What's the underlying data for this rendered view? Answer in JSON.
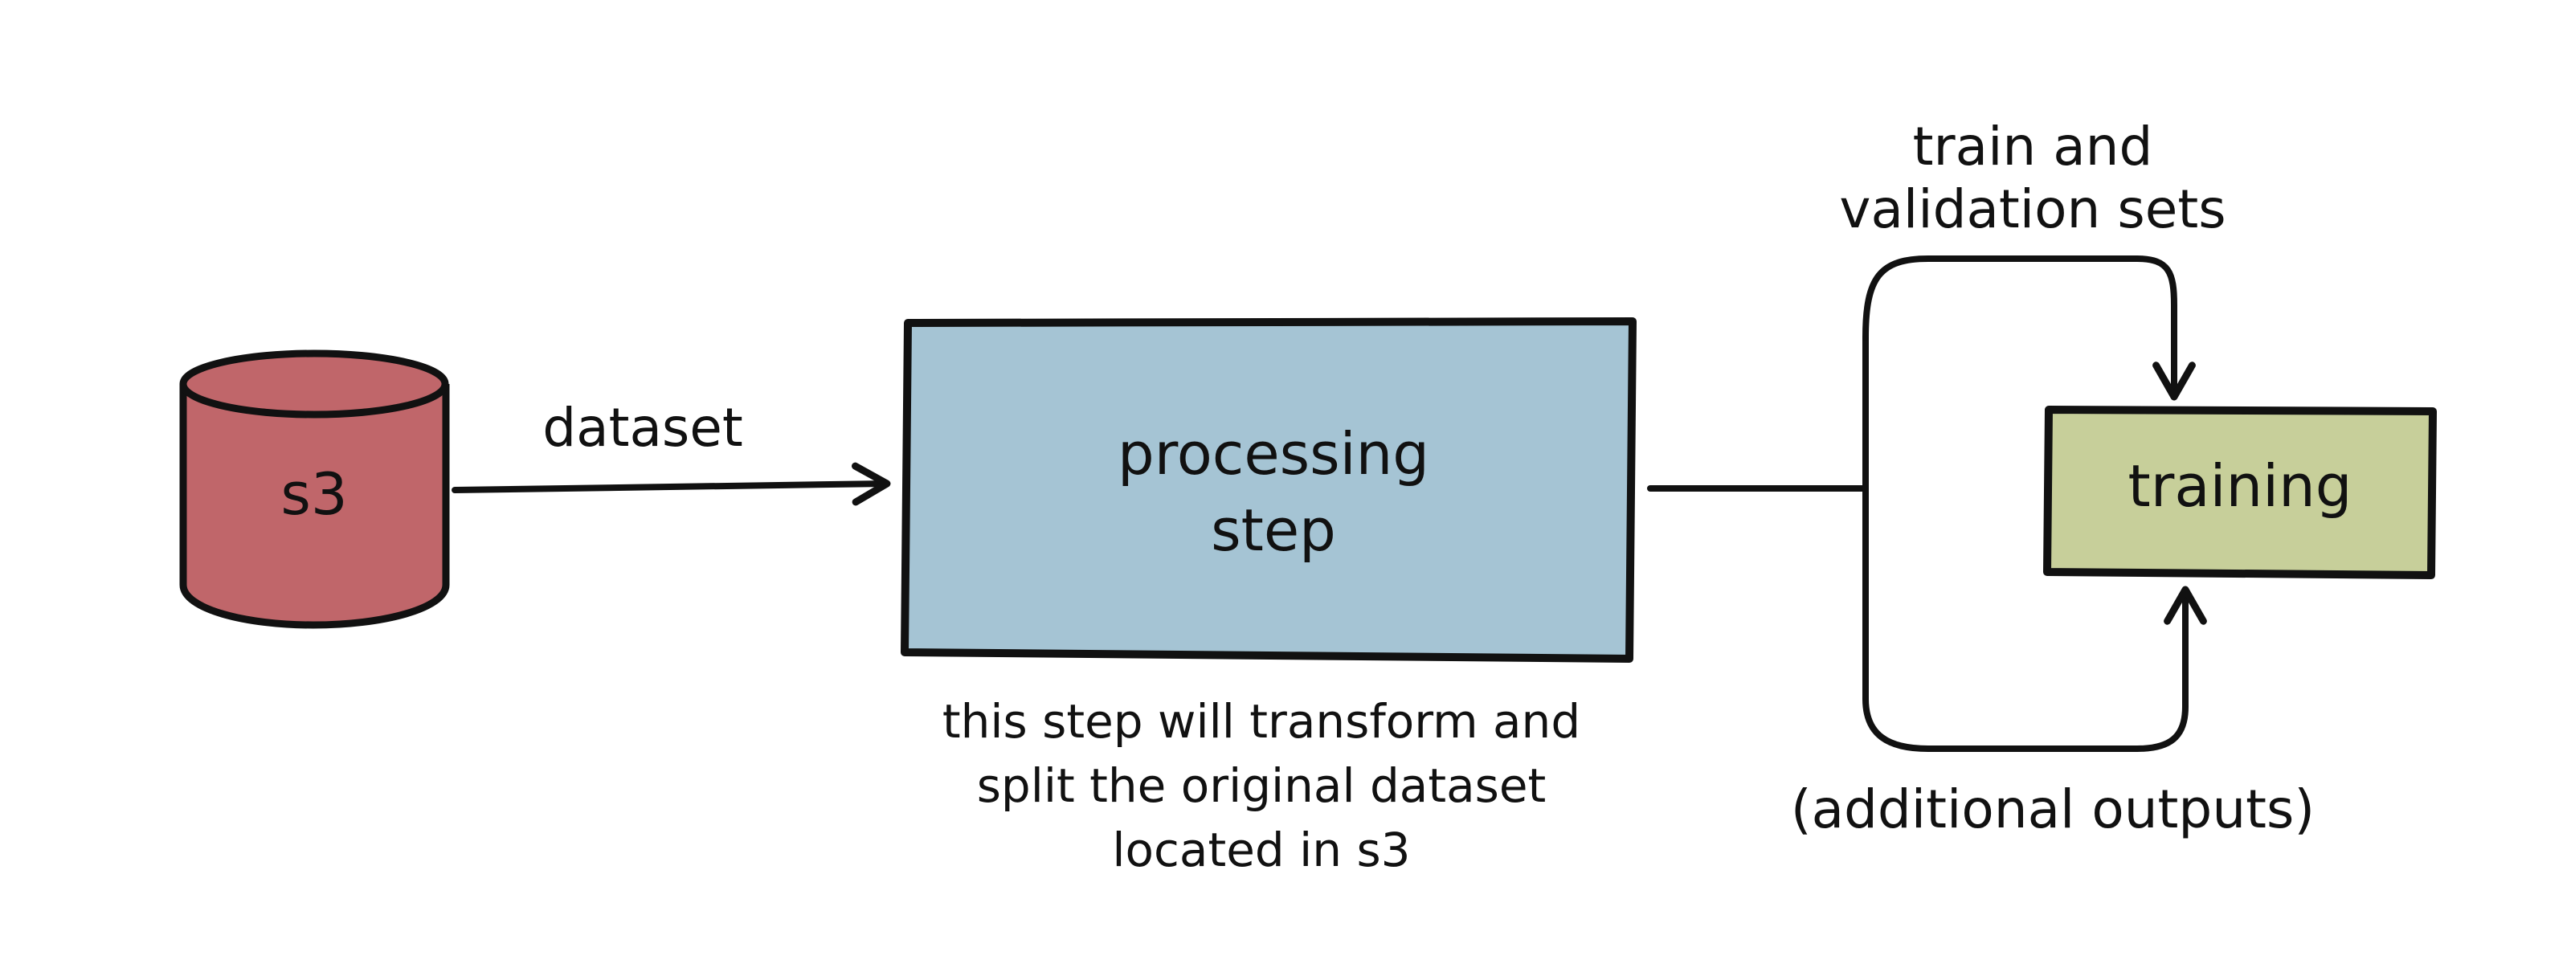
{
  "nodes": {
    "s3": {
      "label": "s3",
      "color": "#c0666a"
    },
    "processing": {
      "label_line1": "processing",
      "label_line2": "step",
      "color": "#a5c4d4"
    },
    "training": {
      "label": "training",
      "color": "#c7cf9a"
    }
  },
  "edges": {
    "dataset": "dataset",
    "train_validation": {
      "line1": "train and",
      "line2": "validation sets"
    },
    "additional": "(additional outputs)"
  },
  "notes": {
    "processing_note": {
      "line1": "this step will transform and",
      "line2": "split the original dataset",
      "line3": "located in s3"
    }
  }
}
